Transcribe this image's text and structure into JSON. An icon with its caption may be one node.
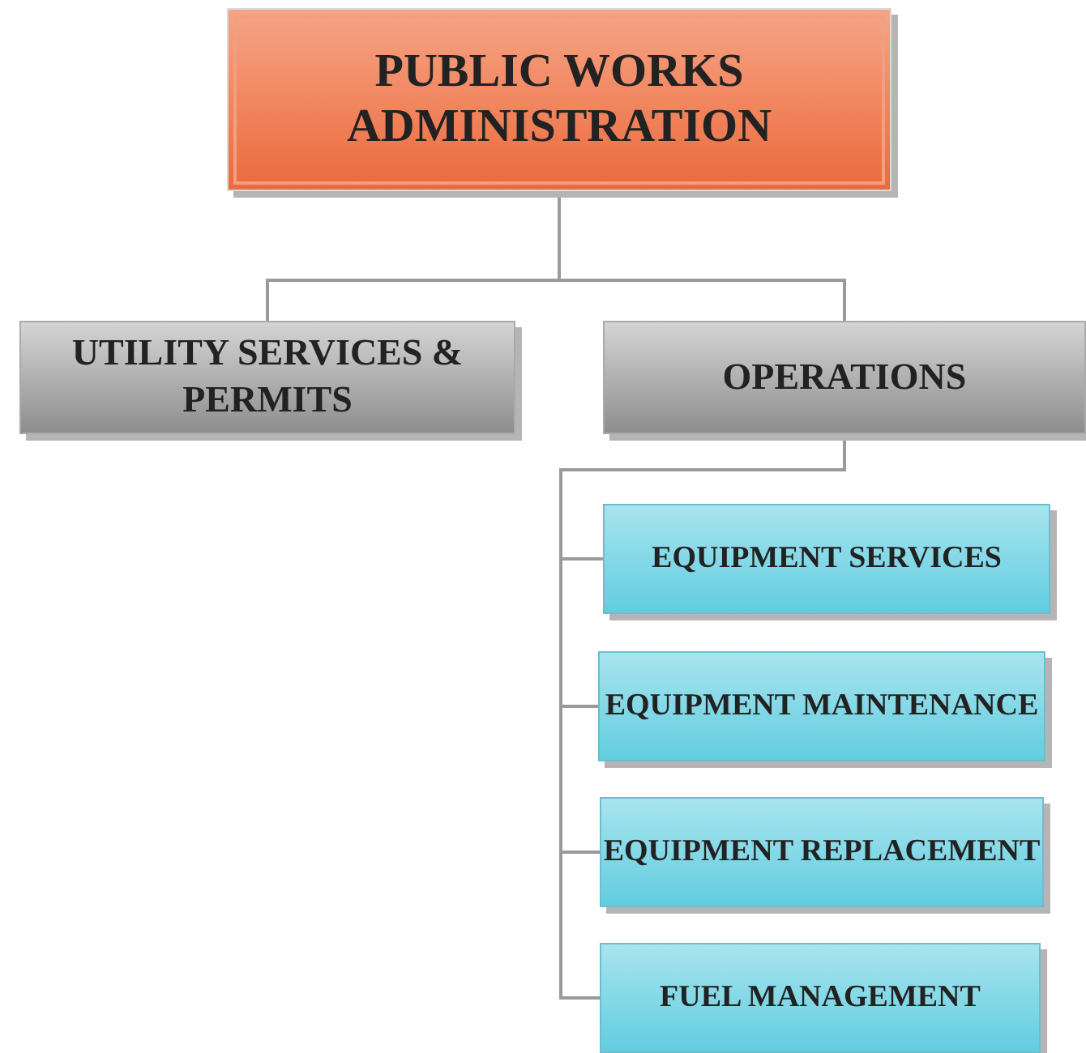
{
  "diagram": {
    "nodes": [
      {
        "text": [
          "PUBLIC WORKS ADMINISTRATION"
        ]
      },
      {
        "text": [
          "UTILITY SERVICES & PERMITS"
        ]
      },
      {
        "text": [
          "OPERATIONS"
        ]
      },
      {
        "text": [
          "EQUIPMENT SERVICES"
        ]
      },
      {
        "text": [
          "EQUIPMENT MAINTENANCE"
        ]
      },
      {
        "text": [
          "EQUIPMENT REPLACEMENT"
        ]
      },
      {
        "text": [
          "FUEL MANAGEMENT"
        ]
      }
    ],
    "edges": [
      {
        "from": 0,
        "to": 1,
        "arrow": "none"
      },
      {
        "from": 0,
        "to": 2,
        "arrow": "none"
      },
      {
        "from": 2,
        "to": 3,
        "arrow": "none"
      },
      {
        "from": 2,
        "to": 4,
        "arrow": "none"
      },
      {
        "from": 2,
        "to": 5,
        "arrow": "none"
      },
      {
        "from": 2,
        "to": 6,
        "arrow": "none"
      }
    ]
  }
}
